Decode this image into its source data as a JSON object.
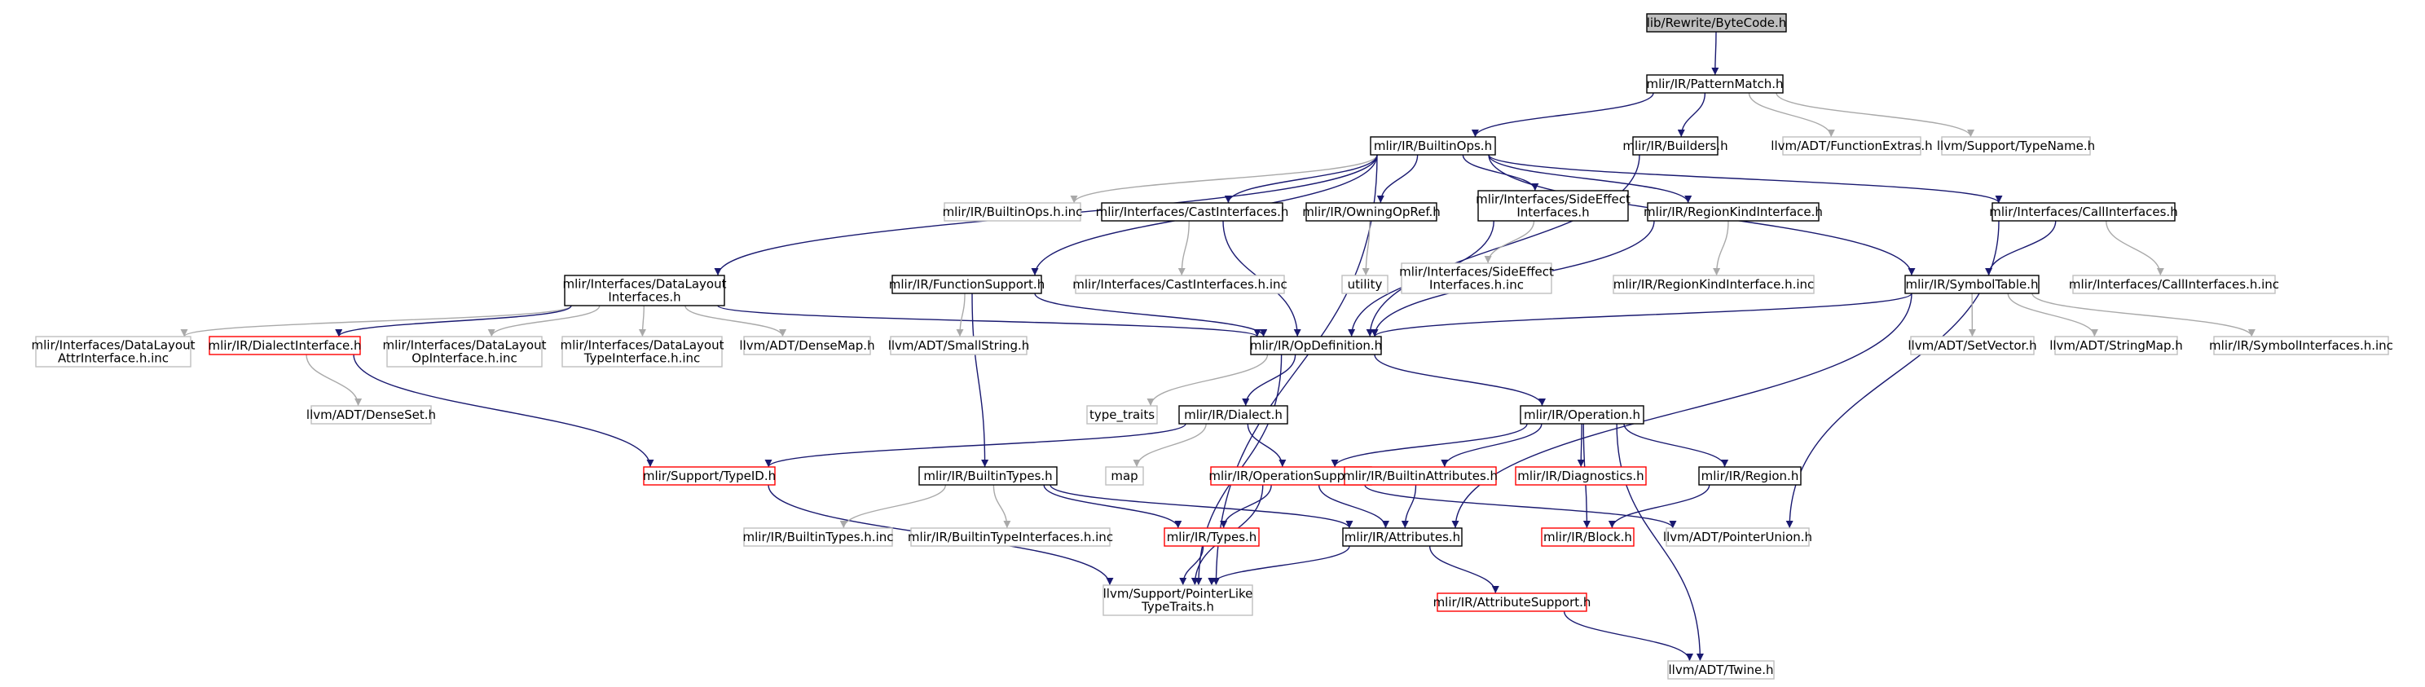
{
  "colors": {
    "root_fill": "#bfbfbf",
    "documented_border": "#000000",
    "undocumented_border": "#bfbfbf",
    "truncated_border": "#ff0000",
    "edge_normal": "#191970",
    "edge_light": "#a9a9a9"
  },
  "nodes": [
    {
      "id": "bytecode",
      "lines": [
        "lib/Rewrite/ByteCode.h"
      ],
      "style": "root",
      "link": false
    },
    {
      "id": "patternmatch",
      "lines": [
        "mlir/IR/PatternMatch.h"
      ],
      "style": "documented",
      "link": true
    },
    {
      "id": "builtinops",
      "lines": [
        "mlir/IR/BuiltinOps.h"
      ],
      "style": "documented",
      "link": true
    },
    {
      "id": "builders",
      "lines": [
        "mlir/IR/Builders.h"
      ],
      "style": "documented",
      "link": true
    },
    {
      "id": "functionextras",
      "lines": [
        "llvm/ADT/FunctionExtras.h"
      ],
      "style": "undocumented",
      "link": false
    },
    {
      "id": "typename",
      "lines": [
        "llvm/Support/TypeName.h"
      ],
      "style": "undocumented",
      "link": false
    },
    {
      "id": "builtinopsinc",
      "lines": [
        "mlir/IR/BuiltinOps.h.inc"
      ],
      "style": "undocumented",
      "link": false
    },
    {
      "id": "castinterfaces",
      "lines": [
        "mlir/Interfaces/CastInterfaces.h"
      ],
      "style": "documented",
      "link": true
    },
    {
      "id": "owningopref",
      "lines": [
        "mlir/IR/OwningOpRef.h"
      ],
      "style": "documented",
      "link": true
    },
    {
      "id": "sideeffect",
      "lines": [
        "mlir/Interfaces/SideEffect",
        "Interfaces.h"
      ],
      "style": "documented",
      "link": true
    },
    {
      "id": "regionkind",
      "lines": [
        "mlir/IR/RegionKindInterface.h"
      ],
      "style": "documented",
      "link": true
    },
    {
      "id": "callinterfaces",
      "lines": [
        "mlir/Interfaces/CallInterfaces.h"
      ],
      "style": "documented",
      "link": true
    },
    {
      "id": "datalayout",
      "lines": [
        "mlir/Interfaces/DataLayout",
        "Interfaces.h"
      ],
      "style": "documented",
      "link": true
    },
    {
      "id": "functionsupport",
      "lines": [
        "mlir/IR/FunctionSupport.h"
      ],
      "style": "documented",
      "link": true
    },
    {
      "id": "castinterfacesinc",
      "lines": [
        "mlir/Interfaces/CastInterfaces.h.inc"
      ],
      "style": "undocumented",
      "link": false
    },
    {
      "id": "utility",
      "lines": [
        "utility"
      ],
      "style": "undocumented",
      "link": false
    },
    {
      "id": "sideeffectinc",
      "lines": [
        "mlir/Interfaces/SideEffect",
        "Interfaces.h.inc"
      ],
      "style": "undocumented",
      "link": false
    },
    {
      "id": "regionkindinc",
      "lines": [
        "mlir/IR/RegionKindInterface.h.inc"
      ],
      "style": "undocumented",
      "link": false
    },
    {
      "id": "symboltable",
      "lines": [
        "mlir/IR/SymbolTable.h"
      ],
      "style": "documented",
      "link": true
    },
    {
      "id": "callinterfacesinc",
      "lines": [
        "mlir/Interfaces/CallInterfaces.h.inc"
      ],
      "style": "undocumented",
      "link": false
    },
    {
      "id": "dlattrinc",
      "lines": [
        "mlir/Interfaces/DataLayout",
        "AttrInterface.h.inc"
      ],
      "style": "undocumented",
      "link": false
    },
    {
      "id": "dialectinterface",
      "lines": [
        "mlir/IR/DialectInterface.h"
      ],
      "style": "truncated",
      "link": true
    },
    {
      "id": "dlopinc",
      "lines": [
        "mlir/Interfaces/DataLayout",
        "OpInterface.h.inc"
      ],
      "style": "undocumented",
      "link": false
    },
    {
      "id": "dltypeinc",
      "lines": [
        "mlir/Interfaces/DataLayout",
        "TypeInterface.h.inc"
      ],
      "style": "undocumented",
      "link": false
    },
    {
      "id": "densemap",
      "lines": [
        "llvm/ADT/DenseMap.h"
      ],
      "style": "undocumented",
      "link": false
    },
    {
      "id": "smallstring",
      "lines": [
        "llvm/ADT/SmallString.h"
      ],
      "style": "undocumented",
      "link": false
    },
    {
      "id": "opdefinition",
      "lines": [
        "mlir/IR/OpDefinition.h"
      ],
      "style": "documented",
      "link": true
    },
    {
      "id": "setvector",
      "lines": [
        "llvm/ADT/SetVector.h"
      ],
      "style": "undocumented",
      "link": false
    },
    {
      "id": "stringmap",
      "lines": [
        "llvm/ADT/StringMap.h"
      ],
      "style": "undocumented",
      "link": false
    },
    {
      "id": "symbolinterfacesinc",
      "lines": [
        "mlir/IR/SymbolInterfaces.h.inc"
      ],
      "style": "undocumented",
      "link": false
    },
    {
      "id": "denseset",
      "lines": [
        "llvm/ADT/DenseSet.h"
      ],
      "style": "undocumented",
      "link": false
    },
    {
      "id": "typetraits",
      "lines": [
        "type_traits"
      ],
      "style": "undocumented",
      "link": false
    },
    {
      "id": "dialect",
      "lines": [
        "mlir/IR/Dialect.h"
      ],
      "style": "documented",
      "link": true
    },
    {
      "id": "operation",
      "lines": [
        "mlir/IR/Operation.h"
      ],
      "style": "documented",
      "link": true
    },
    {
      "id": "typeid",
      "lines": [
        "mlir/Support/TypeID.h"
      ],
      "style": "truncated",
      "link": true
    },
    {
      "id": "map",
      "lines": [
        "map"
      ],
      "style": "undocumented",
      "link": false
    },
    {
      "id": "operationsupport",
      "lines": [
        "mlir/IR/OperationSupport.h"
      ],
      "style": "truncated",
      "link": true
    },
    {
      "id": "builtinattributes",
      "lines": [
        "mlir/IR/BuiltinAttributes.h"
      ],
      "style": "truncated",
      "link": true
    },
    {
      "id": "diagnostics",
      "lines": [
        "mlir/IR/Diagnostics.h"
      ],
      "style": "truncated",
      "link": true
    },
    {
      "id": "region",
      "lines": [
        "mlir/IR/Region.h"
      ],
      "style": "documented",
      "link": true
    },
    {
      "id": "builtintypes",
      "lines": [
        "mlir/IR/BuiltinTypes.h"
      ],
      "style": "documented",
      "link": true
    },
    {
      "id": "builtintypesinc",
      "lines": [
        "mlir/IR/BuiltinTypes.h.inc"
      ],
      "style": "undocumented",
      "link": false
    },
    {
      "id": "builtintypeinterfacesinc",
      "lines": [
        "mlir/IR/BuiltinTypeInterfaces.h.inc"
      ],
      "style": "undocumented",
      "link": false
    },
    {
      "id": "types",
      "lines": [
        "mlir/IR/Types.h"
      ],
      "style": "truncated",
      "link": true
    },
    {
      "id": "attributes",
      "lines": [
        "mlir/IR/Attributes.h"
      ],
      "style": "documented",
      "link": true
    },
    {
      "id": "block",
      "lines": [
        "mlir/IR/Block.h"
      ],
      "style": "truncated",
      "link": true
    },
    {
      "id": "pointerunion",
      "lines": [
        "llvm/ADT/PointerUnion.h"
      ],
      "style": "undocumented",
      "link": false
    },
    {
      "id": "pointerlike",
      "lines": [
        "llvm/Support/PointerLike",
        "TypeTraits.h"
      ],
      "style": "undocumented",
      "link": false
    },
    {
      "id": "attributesupport",
      "lines": [
        "mlir/IR/AttributeSupport.h"
      ],
      "style": "truncated",
      "link": true
    },
    {
      "id": "twine",
      "lines": [
        "llvm/ADT/Twine.h"
      ],
      "style": "undocumented",
      "link": false
    }
  ],
  "edges": [
    {
      "from": "bytecode",
      "to": "patternmatch"
    },
    {
      "from": "patternmatch",
      "to": "builtinops"
    },
    {
      "from": "patternmatch",
      "to": "builders"
    },
    {
      "from": "patternmatch",
      "to": "functionextras",
      "style": "light"
    },
    {
      "from": "patternmatch",
      "to": "typename",
      "style": "light"
    },
    {
      "from": "builtinops",
      "to": "builtinopsinc",
      "style": "light"
    },
    {
      "from": "builtinops",
      "to": "castinterfaces"
    },
    {
      "from": "builtinops",
      "to": "owningopref"
    },
    {
      "from": "builtinops",
      "to": "sideeffect"
    },
    {
      "from": "builtinops",
      "to": "regionkind"
    },
    {
      "from": "builtinops",
      "to": "callinterfaces"
    },
    {
      "from": "builtinops",
      "to": "datalayout"
    },
    {
      "from": "builtinops",
      "to": "functionsupport"
    },
    {
      "from": "builtinops",
      "to": "symboltable"
    },
    {
      "from": "builtinops",
      "to": "pointerlike"
    },
    {
      "from": "builders",
      "to": "opdefinition"
    },
    {
      "from": "castinterfaces",
      "to": "castinterfacesinc",
      "style": "light"
    },
    {
      "from": "castinterfaces",
      "to": "opdefinition"
    },
    {
      "from": "owningopref",
      "to": "utility",
      "style": "light"
    },
    {
      "from": "sideeffect",
      "to": "sideeffectinc",
      "style": "light"
    },
    {
      "from": "sideeffect",
      "to": "opdefinition"
    },
    {
      "from": "regionkind",
      "to": "regionkindinc",
      "style": "light"
    },
    {
      "from": "regionkind",
      "to": "opdefinition"
    },
    {
      "from": "callinterfaces",
      "to": "symboltable"
    },
    {
      "from": "callinterfaces",
      "to": "callinterfacesinc",
      "style": "light"
    },
    {
      "from": "callinterfaces",
      "to": "pointerunion"
    },
    {
      "from": "datalayout",
      "to": "dlattrinc",
      "style": "light"
    },
    {
      "from": "datalayout",
      "to": "dialectinterface"
    },
    {
      "from": "datalayout",
      "to": "dlopinc",
      "style": "light"
    },
    {
      "from": "datalayout",
      "to": "dltypeinc",
      "style": "light"
    },
    {
      "from": "datalayout",
      "to": "densemap",
      "style": "light"
    },
    {
      "from": "datalayout",
      "to": "opdefinition"
    },
    {
      "from": "functionsupport",
      "to": "smallstring",
      "style": "light"
    },
    {
      "from": "functionsupport",
      "to": "opdefinition"
    },
    {
      "from": "functionsupport",
      "to": "builtintypes"
    },
    {
      "from": "symboltable",
      "to": "opdefinition"
    },
    {
      "from": "symboltable",
      "to": "setvector",
      "style": "light"
    },
    {
      "from": "symboltable",
      "to": "stringmap",
      "style": "light"
    },
    {
      "from": "symboltable",
      "to": "symbolinterfacesinc",
      "style": "light"
    },
    {
      "from": "symboltable",
      "to": "attributes"
    },
    {
      "from": "dialectinterface",
      "to": "denseset",
      "style": "light"
    },
    {
      "from": "dialectinterface",
      "to": "typeid"
    },
    {
      "from": "opdefinition",
      "to": "typetraits",
      "style": "light"
    },
    {
      "from": "opdefinition",
      "to": "dialect"
    },
    {
      "from": "opdefinition",
      "to": "operation"
    },
    {
      "from": "opdefinition",
      "to": "pointerlike"
    },
    {
      "from": "dialect",
      "to": "typeid"
    },
    {
      "from": "dialect",
      "to": "map",
      "style": "light"
    },
    {
      "from": "dialect",
      "to": "operationsupport"
    },
    {
      "from": "operation",
      "to": "operationsupport"
    },
    {
      "from": "operation",
      "to": "builtinattributes"
    },
    {
      "from": "operation",
      "to": "diagnostics"
    },
    {
      "from": "operation",
      "to": "region"
    },
    {
      "from": "operation",
      "to": "block"
    },
    {
      "from": "operation",
      "to": "twine"
    },
    {
      "from": "typeid",
      "to": "pointerlike"
    },
    {
      "from": "operationsupport",
      "to": "types"
    },
    {
      "from": "operationsupport",
      "to": "attributes"
    },
    {
      "from": "operationsupport",
      "to": "pointerunion"
    },
    {
      "from": "operationsupport",
      "to": "pointerlike"
    },
    {
      "from": "builtinattributes",
      "to": "attributes"
    },
    {
      "from": "region",
      "to": "block"
    },
    {
      "from": "builtintypes",
      "to": "builtintypesinc",
      "style": "light"
    },
    {
      "from": "builtintypes",
      "to": "builtintypeinterfacesinc",
      "style": "light"
    },
    {
      "from": "builtintypes",
      "to": "types"
    },
    {
      "from": "builtintypes",
      "to": "attributes"
    },
    {
      "from": "types",
      "to": "pointerlike"
    },
    {
      "from": "attributes",
      "to": "pointerlike"
    },
    {
      "from": "attributes",
      "to": "attributesupport"
    },
    {
      "from": "attributesupport",
      "to": "twine"
    }
  ]
}
